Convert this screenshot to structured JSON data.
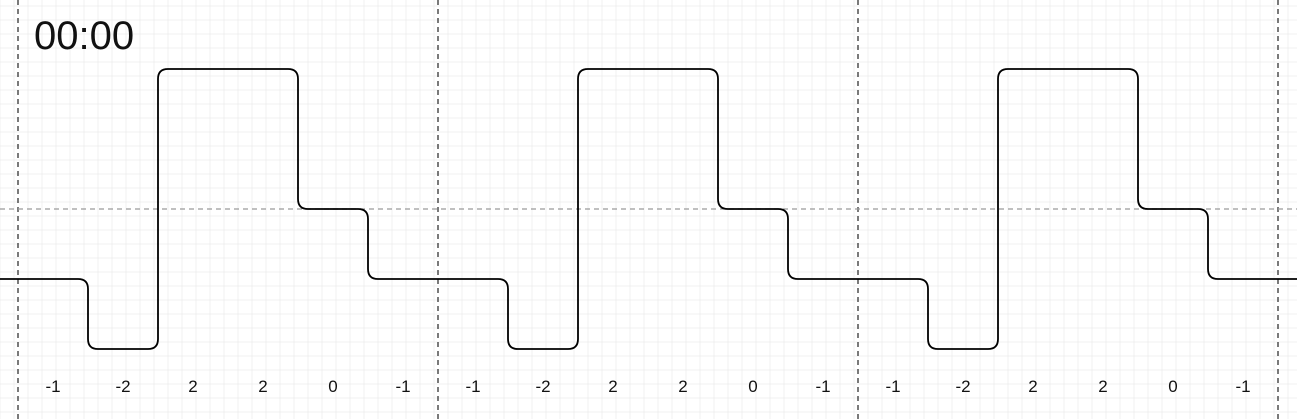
{
  "timer": "00:00",
  "symbol_labels": [
    "-1",
    "-2",
    "2",
    "2",
    "0",
    "-1",
    "-1",
    "-2",
    "2",
    "2",
    "0",
    "-1",
    "-1",
    "-2",
    "2",
    "2",
    "0",
    "-1"
  ],
  "chart_data": {
    "type": "line",
    "symbols": [
      -1,
      -2,
      2,
      2,
      0,
      -1,
      -1,
      -2,
      2,
      2,
      0,
      -1,
      -1,
      -2,
      2,
      2,
      0,
      -1
    ],
    "symbols_per_frame": 6,
    "frames": 3,
    "ylim": [
      -2,
      2
    ],
    "grid": true,
    "colors": {
      "signal": "#000000",
      "grid": "#e6e6e6",
      "frame_divider": "#222222",
      "zero_line": "#9a9a9a"
    }
  }
}
